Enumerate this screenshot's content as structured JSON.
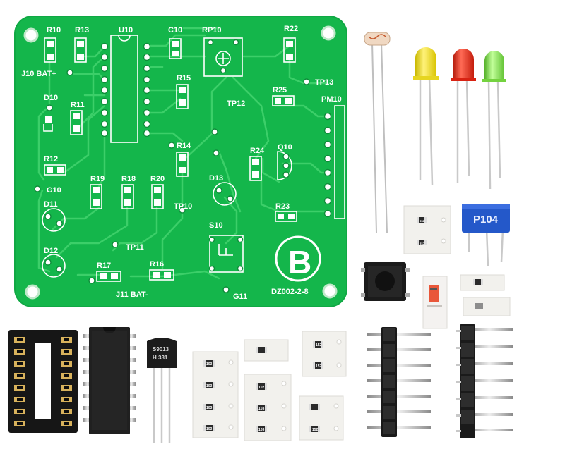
{
  "board": {
    "labels": {
      "r10": "R10",
      "r13": "R13",
      "u10": "U10",
      "c10": "C10",
      "rp10": "RP10",
      "r22": "R22",
      "j10": "J10 BAT+",
      "tp13": "TP13",
      "d10": "D10",
      "r11": "R11",
      "r15": "R15",
      "r25": "R25",
      "pm10": "PM10",
      "tp12": "TP12",
      "r14": "R14",
      "r24": "R24",
      "q10": "Q10",
      "r12": "R12",
      "r19": "R19",
      "r18": "R18",
      "r20": "R20",
      "d13": "D13",
      "g10": "G10",
      "d11": "D11",
      "tp10": "TP10",
      "r23": "R23",
      "s10": "S10",
      "tp11": "TP11",
      "d12": "D12",
      "r17": "R17",
      "r16": "R16",
      "j11": "J11 BAT-",
      "g11": "G11",
      "code": "DZ002-2-8",
      "logo": "B"
    }
  },
  "parts": {
    "trimmer_label": "P104",
    "transistor_line1": "S9013",
    "transistor_line2": "H 331",
    "resistor_codes": [
      "103",
      "103",
      "103",
      "103"
    ],
    "tape_codes": [
      "512",
      "512",
      "102",
      "103",
      "103"
    ],
    "small_codes": [
      "152",
      "152",
      "152"
    ]
  },
  "colors": {
    "pcb": "#12b24a",
    "trace": "#3fd06a",
    "silk": "#ffffff",
    "led_yellow": "#f2e21a",
    "led_red": "#e8291c",
    "led_green": "#7fe04a",
    "trimmer_blue": "#2255c8"
  }
}
